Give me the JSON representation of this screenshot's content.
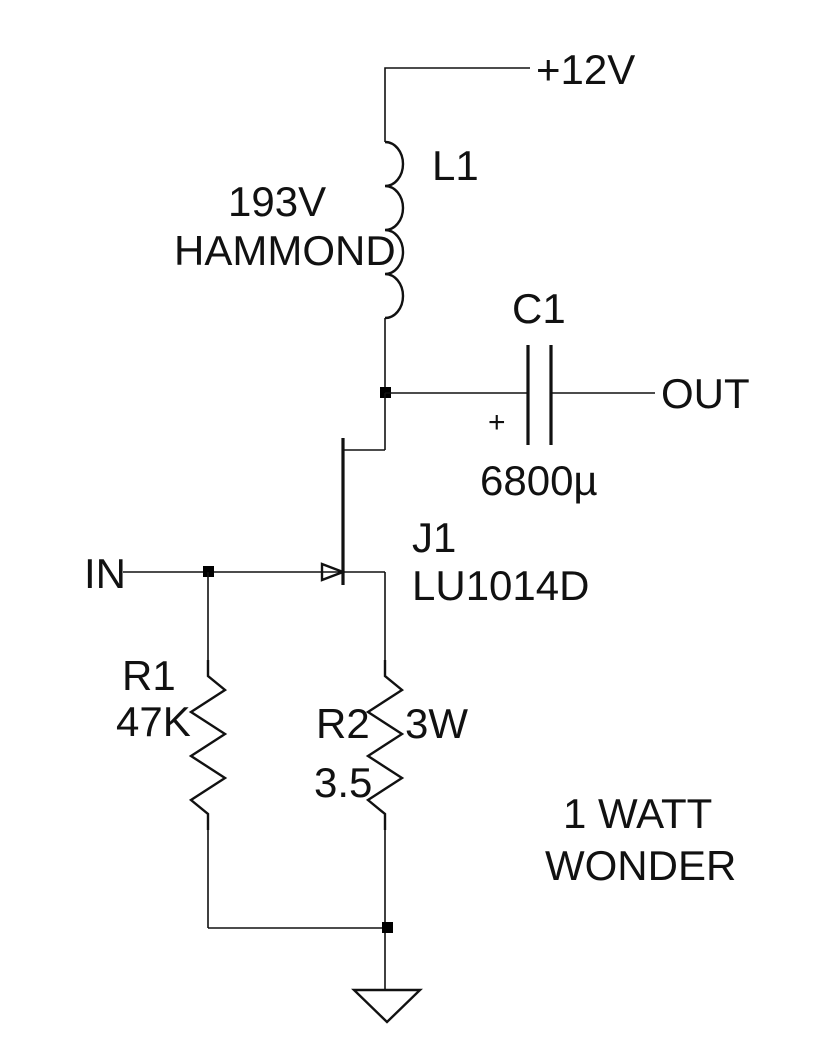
{
  "supply": {
    "label": "+12V"
  },
  "inductor": {
    "ref": "L1",
    "note_line1": "193V",
    "note_line2": "HAMMOND"
  },
  "capacitor": {
    "ref": "C1",
    "value": "6800µ",
    "polarity": "+"
  },
  "output": {
    "label": "OUT"
  },
  "input": {
    "label": "IN"
  },
  "jfet": {
    "ref": "J1",
    "part": "LU1014D"
  },
  "r1": {
    "ref": "R1",
    "value": "47K"
  },
  "r2": {
    "ref": "R2",
    "value": "3.5",
    "rating": "3W"
  },
  "title": {
    "line1": "1 WATT",
    "line2": "WONDER"
  },
  "colors": {
    "ink": "#111111",
    "background": "#ffffff"
  }
}
